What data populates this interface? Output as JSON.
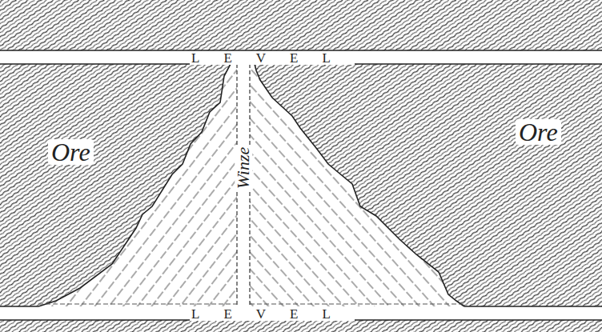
{
  "diagram": {
    "labels": [
      "LEVEL",
      "Ore",
      "Winze",
      "Ore",
      "LEVEL"
    ]
  }
}
